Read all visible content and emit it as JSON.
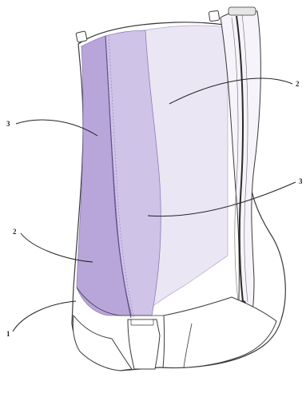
{
  "figure": {
    "callouts": [
      {
        "id": "left-1",
        "text": "1"
      },
      {
        "id": "left-2",
        "text": "2"
      },
      {
        "id": "left-3",
        "text": "3"
      },
      {
        "id": "right-2",
        "text": "2"
      },
      {
        "id": "right-3",
        "text": "3"
      }
    ],
    "colors": {
      "outline": "#3a3a3a",
      "panel_light": "#ebe6f4",
      "panel_medium": "#c9bde2",
      "panel_dark": "#a995cf",
      "stitch": "#8c7cb4",
      "zipper": "#2b2b2b"
    }
  }
}
